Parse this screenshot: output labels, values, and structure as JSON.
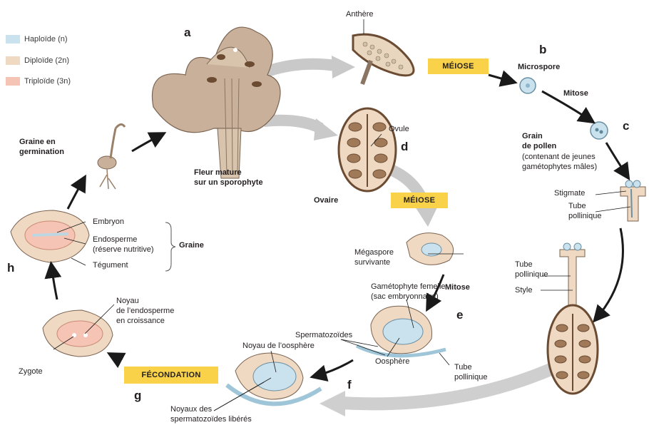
{
  "legend": {
    "haploid": "Haploïde (n)",
    "diploid": "Diploïde (2n)",
    "triploid": "Triploïde (3n)",
    "colors": {
      "haploid": "#c9e2ee",
      "diploid": "#efd9c2",
      "triploid": "#f6c4b4"
    }
  },
  "letters": {
    "a": "a",
    "b": "b",
    "c": "c",
    "d": "d",
    "e": "e",
    "f": "f",
    "g": "g",
    "h": "h"
  },
  "stages": {
    "flower": [
      "Fleur mature",
      "sur un sporophyte"
    ],
    "anther": "Anthère",
    "meiosis_top": "MÉIOSE",
    "microspore": "Microspore",
    "mitosis_right": "Mitose",
    "pollen": [
      "Grain",
      "de pollen",
      "(contenant de jeunes",
      "gamétophytes mâles)"
    ],
    "stigma": "Stigmate",
    "pollen_tube_1": [
      "Tube",
      "pollinique"
    ],
    "pollen_tube_2": [
      "Tube",
      "pollinique"
    ],
    "style": "Style",
    "ovule": "Ovule",
    "ovary": "Ovaire",
    "meiosis_mid": "MÉIOSE",
    "megaspore": [
      "Mégaspore",
      "survivante"
    ],
    "mitosis_mid": "Mitose",
    "female_gametophyte": [
      "Gamétophyte femelle",
      "(sac embryonnaire)"
    ],
    "sperm": "Spermatozoïdes",
    "pollen_tube_3": [
      "Tube",
      "pollinique"
    ],
    "egg": "Oosphère",
    "egg_nucleus": "Noyau de l’oosphère",
    "released_sperm": [
      "Noyaux des",
      "spermatozoïdes libérés"
    ],
    "fertilization": "FÉCONDATION",
    "zygote": "Zygote",
    "endosperm_nucleus": [
      "Noyau",
      "de l’endosperme",
      "en croissance"
    ],
    "embryo": "Embryon",
    "endosperm": [
      "Endosperme",
      "(réserve nutritive)"
    ],
    "tegument": "Tégument",
    "seed": "Graine",
    "germinating_seed": [
      "Graine en",
      "germination"
    ]
  }
}
